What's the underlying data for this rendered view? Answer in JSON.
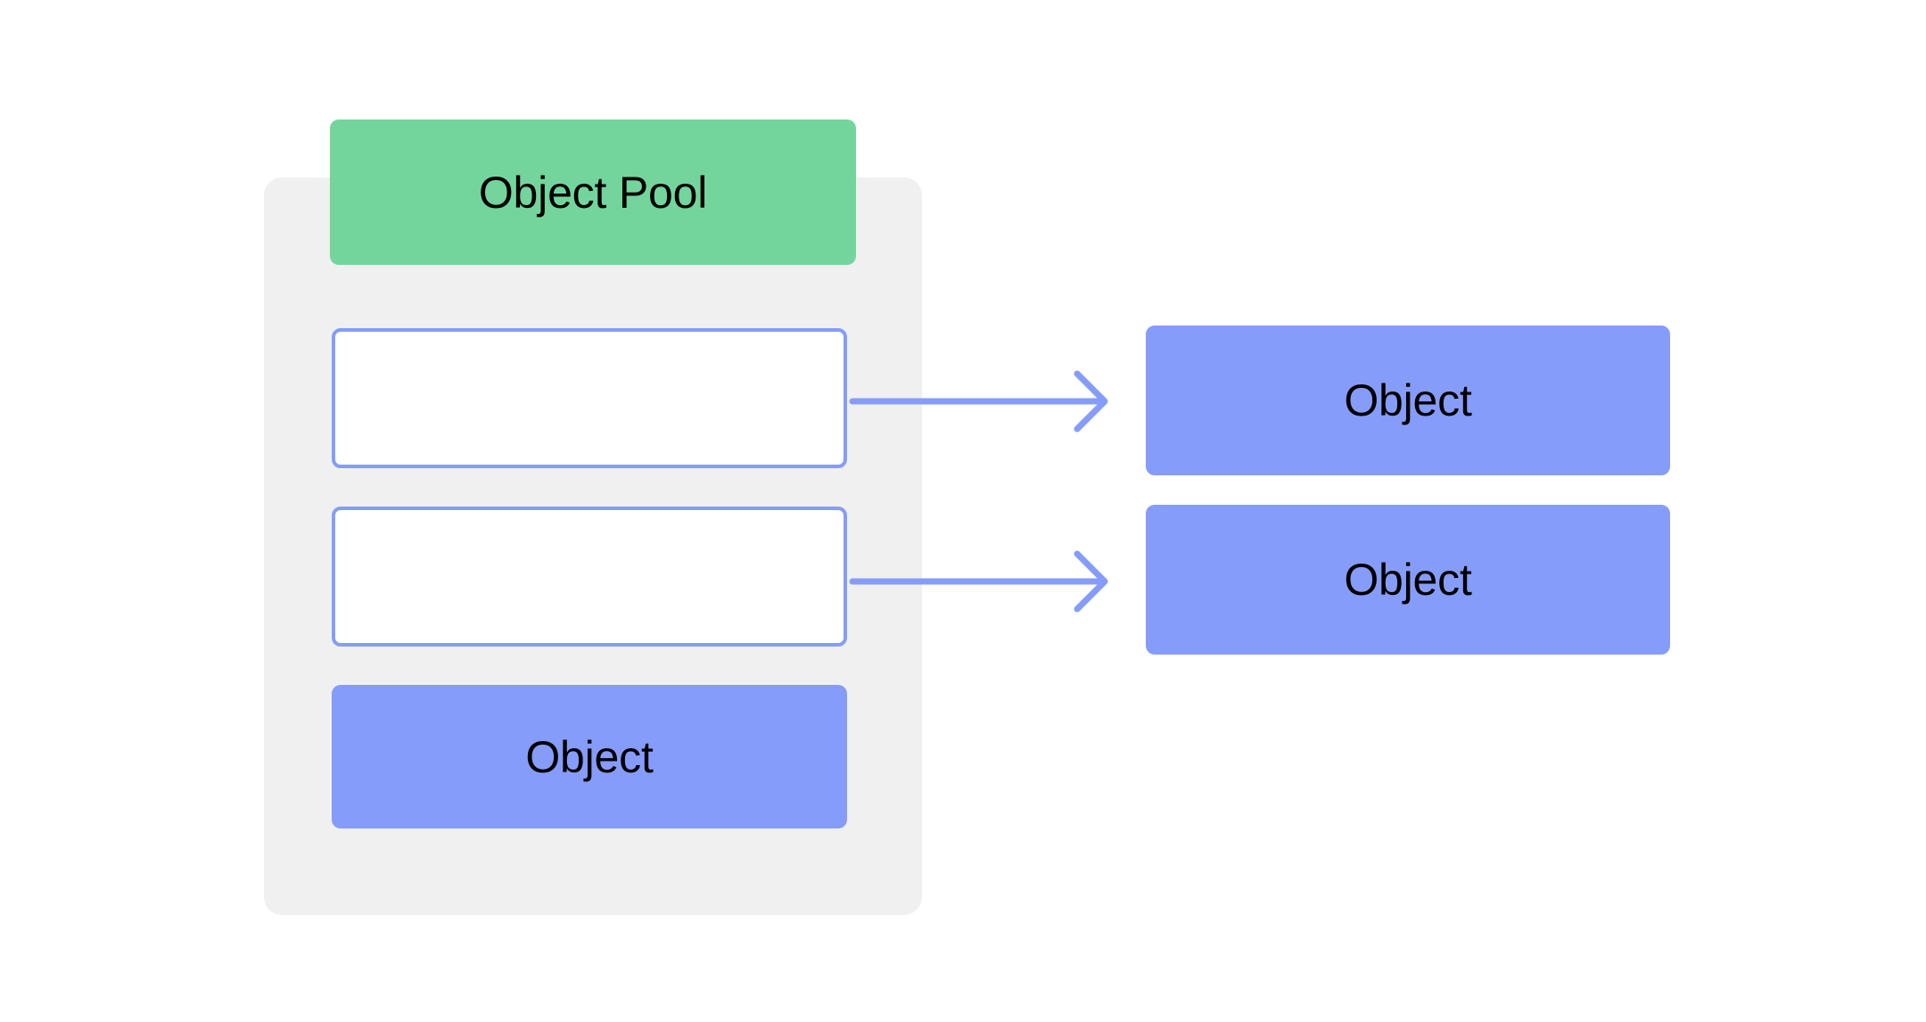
{
  "diagram": {
    "title_text": "Object Pool",
    "colors": {
      "pool_header_green": "#73d59c",
      "object_blue": "#869cfa",
      "pool_background_gray": "#f0f0f0",
      "slot_fill_white": "#ffffff",
      "arrow_blue": "#869cfa",
      "text_black": "#000000",
      "page_background": "#ffffff"
    },
    "pool": {
      "header_label": "Object Pool",
      "slots": [
        {
          "label": "",
          "state": "empty"
        },
        {
          "label": "",
          "state": "empty"
        },
        {
          "label": "Object",
          "state": "filled"
        }
      ]
    },
    "external_objects": [
      {
        "label": "Object"
      },
      {
        "label": "Object"
      }
    ],
    "connections": [
      {
        "from": "pool-slot-1",
        "to": "object-card-1",
        "style": "arrow"
      },
      {
        "from": "pool-slot-2",
        "to": "object-card-2",
        "style": "arrow"
      }
    ]
  }
}
